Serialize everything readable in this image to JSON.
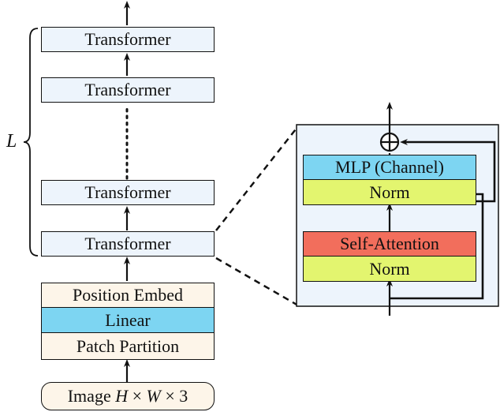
{
  "left_column": {
    "image_input": {
      "word": "Image",
      "H": "H",
      "times1": "×",
      "W": "W",
      "times2": "×",
      "three": "3"
    },
    "patch_partition": "Patch Partition",
    "linear": "Linear",
    "position_embed": "Position Embed",
    "transformer_blocks": [
      "Transformer",
      "Transformer",
      "Transformer",
      "Transformer"
    ],
    "depth_label": "L"
  },
  "detail_block": {
    "mlp": "MLP (Channel)",
    "norm_top": "Norm",
    "self_attention": "Self-Attention",
    "norm_bottom": "Norm"
  },
  "colors": {
    "transformer_fill": "#edf4fc",
    "embed_fill": "#fdf5e9",
    "linear_fill": "#7dd5f2",
    "norm_fill": "#e3f56f",
    "attention_fill": "#f26e5c",
    "stroke": "#111111"
  }
}
